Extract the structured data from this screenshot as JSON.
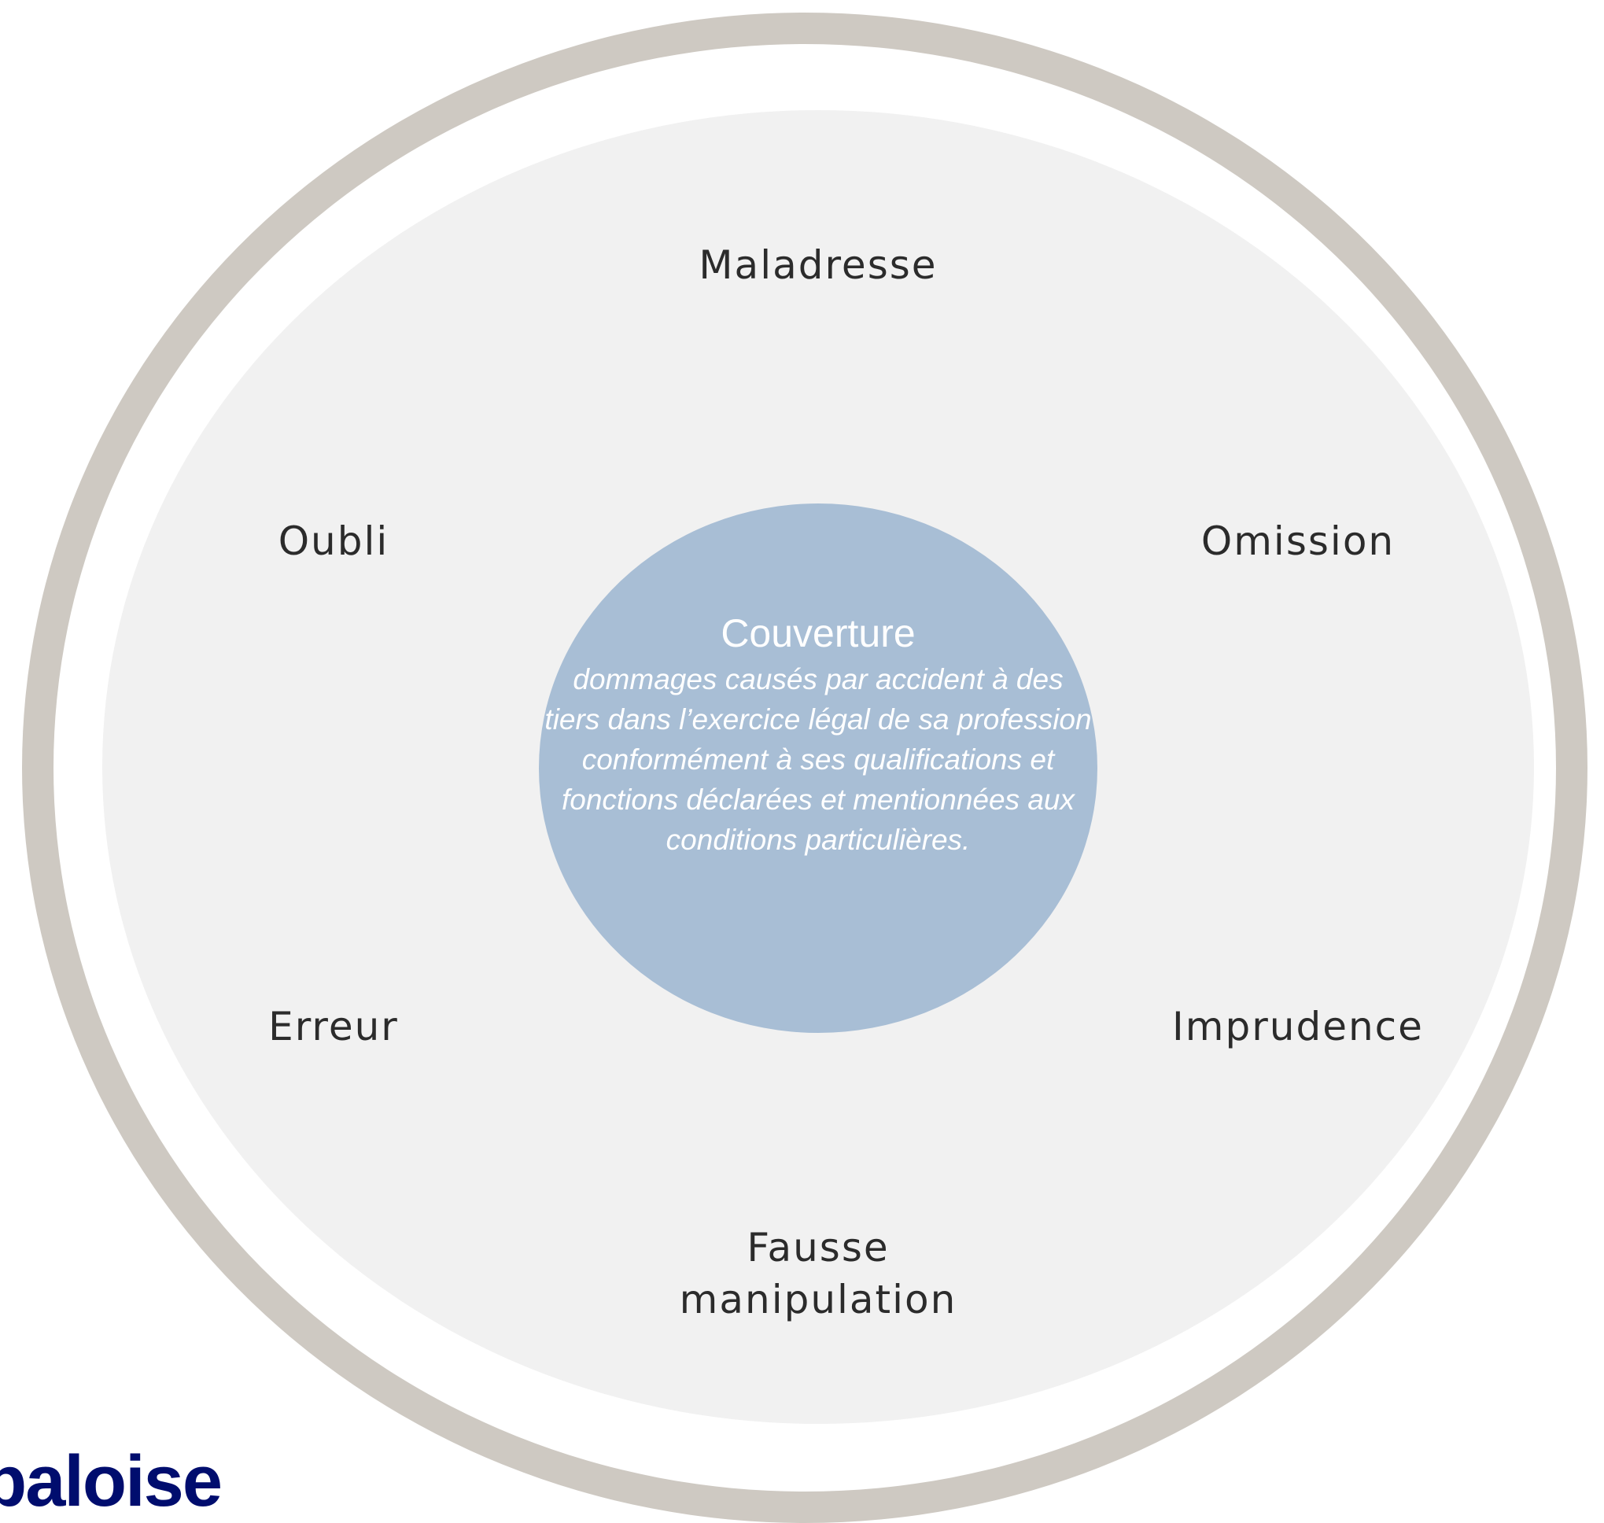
{
  "diagram": {
    "center": {
      "title": "Couverture",
      "description": "dommages causés par accident à des tiers dans l’exercice légal de sa profession conformément à ses qualifications et fonctions déclarées et mentionnées aux conditions particulières."
    },
    "labels": {
      "top": "Maladresse",
      "upper_left": "Oubli",
      "upper_right": "Omission",
      "lower_left": "Erreur",
      "lower_right": "Imprudence",
      "bottom_line1": "Fausse",
      "bottom_line2": "manipulation"
    }
  },
  "logo": {
    "text": "baloise",
    "color": "#000d6e"
  },
  "colors": {
    "outer_ring": "#cec9c2",
    "inner_disc": "#f1f1f1",
    "center_circle": "#a8bed5",
    "label_text": "#2b2b2b"
  }
}
